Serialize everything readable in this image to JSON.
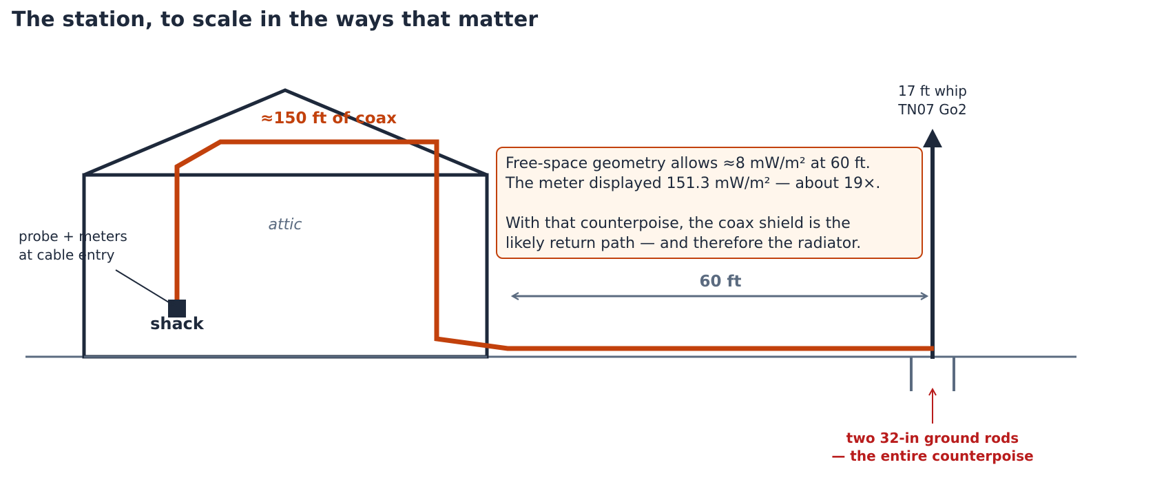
{
  "title": "The station, to scale in the ways that matter",
  "labels": {
    "coax": "≈150 ft of coax",
    "attic": "attic",
    "probe_line1": "probe + meters",
    "probe_line2": "at cable entry",
    "shack": "shack",
    "whip_line1": "17 ft whip",
    "whip_line2": "TN07 Go2",
    "distance": "60 ft",
    "rods_line1": "two 32-in ground rods",
    "rods_line2": "— the entire counterpoise"
  },
  "callout": {
    "line1": "Free-space geometry allows ≈8 mW/m² at 60 ft.",
    "line2": "The meter displayed 151.3 mW/m² — about 19×.",
    "line3": "With that counterpoise, the coax shield is the",
    "line4": "likely return path — and therefore the radiator."
  },
  "colors": {
    "structure": "#1e293b",
    "coax": "#c2410c",
    "ground": "#5b6b80",
    "warning": "#b91c1c",
    "callout_fill": "#fff6ec"
  }
}
